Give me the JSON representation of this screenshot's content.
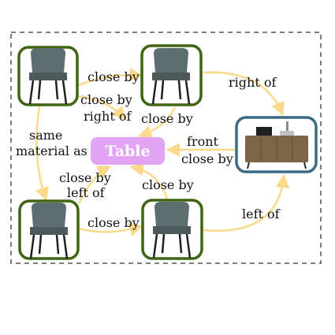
{
  "colors": {
    "frame": "#555555",
    "edge": "#fbd98a",
    "chair_border": "#3f6412",
    "table_fill": "#e2a4f4",
    "table_text": "#ffffff",
    "furniture_border": "#3c6b86",
    "chair_seat": "#5d6d70",
    "chair_leg": "#1e2224",
    "cabinet": "#7d6547"
  },
  "nodes": {
    "chair_tl": {
      "icon": "chair-icon"
    },
    "chair_tr": {
      "icon": "chair-icon"
    },
    "chair_bl": {
      "icon": "chair-icon"
    },
    "chair_br": {
      "icon": "chair-icon"
    },
    "table": {
      "label": "Table"
    },
    "sideboard": {
      "icon": "sideboard-icon"
    }
  },
  "edge_labels": {
    "top_close_by": "close by",
    "right_of_top": "right of",
    "tl_close_by": "close by",
    "tl_right_of": "right of",
    "center_close_by": "close by",
    "same": "same",
    "material_as": "material as",
    "front": "front",
    "front_close_by": "close by",
    "bl_close_by": "close by",
    "bl_left_of": "left of",
    "br_close_by": "close by",
    "bottom_close_by": "close by",
    "left_of_bottom": "left of"
  }
}
